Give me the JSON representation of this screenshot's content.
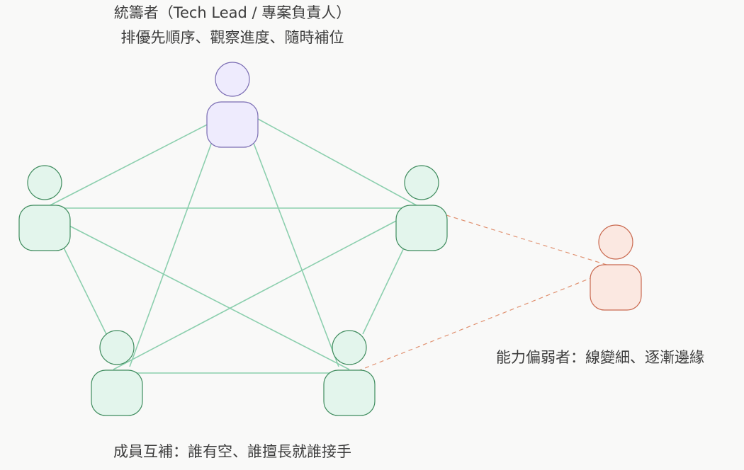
{
  "lead": {
    "title": "統籌者（Tech Lead / 專案負責人）",
    "subtitle": "排優先順序、觀察進度、隨時補位",
    "color": "#eeebfd",
    "stroke": "#7a6cb3"
  },
  "members": {
    "caption": "成員互補：誰有空、誰擅長就誰接手",
    "color": "#e3f5ec",
    "stroke": "#3f8c5e",
    "link_color": "#8ccfae"
  },
  "weak_member": {
    "caption": "能力偏弱者：線變細、逐漸邊緣",
    "color": "#fbe8e1",
    "stroke": "#c9694f",
    "link_color": "#e0906f"
  },
  "people": [
    {
      "id": "lead",
      "role": "lead"
    },
    {
      "id": "left",
      "role": "member"
    },
    {
      "id": "right",
      "role": "member"
    },
    {
      "id": "bottom-left",
      "role": "member"
    },
    {
      "id": "bottom-right",
      "role": "member"
    },
    {
      "id": "weak",
      "role": "weak"
    }
  ],
  "links": [
    {
      "from": "lead",
      "to": "left",
      "style": "solid"
    },
    {
      "from": "lead",
      "to": "right",
      "style": "solid"
    },
    {
      "from": "lead",
      "to": "bottom-left",
      "style": "solid"
    },
    {
      "from": "lead",
      "to": "bottom-right",
      "style": "solid"
    },
    {
      "from": "left",
      "to": "right",
      "style": "solid"
    },
    {
      "from": "left",
      "to": "bottom-left",
      "style": "solid"
    },
    {
      "from": "left",
      "to": "bottom-right",
      "style": "solid"
    },
    {
      "from": "right",
      "to": "bottom-left",
      "style": "solid"
    },
    {
      "from": "right",
      "to": "bottom-right",
      "style": "solid"
    },
    {
      "from": "bottom-left",
      "to": "bottom-right",
      "style": "solid"
    },
    {
      "from": "right",
      "to": "weak",
      "style": "dashed"
    },
    {
      "from": "bottom-right",
      "to": "weak",
      "style": "dashed"
    }
  ]
}
